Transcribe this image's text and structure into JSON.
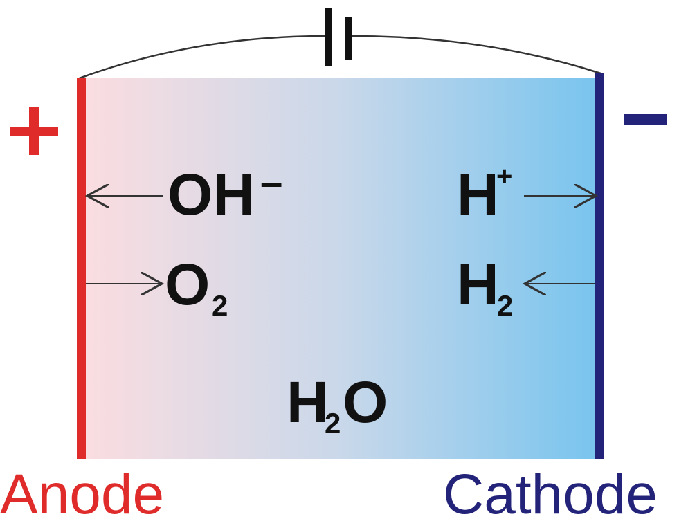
{
  "anode": {
    "label": "Anode",
    "polarity": "+",
    "color": "#e02b2b"
  },
  "cathode": {
    "label": "Cathode",
    "polarity": "-",
    "color": "#24237a"
  },
  "species": {
    "hydroxide": {
      "base": "OH",
      "charge": "–",
      "direction": "to-anode"
    },
    "oxygen": {
      "base": "O",
      "subscript": "2",
      "direction": "from-anode"
    },
    "proton": {
      "base": "H",
      "charge": "+",
      "direction": "to-cathode"
    },
    "hydrogen": {
      "base": "H",
      "subscript": "2",
      "direction": "from-cathode"
    },
    "water": {
      "base1": "H",
      "subscript": "2",
      "base2": "O"
    }
  },
  "colors": {
    "electrolyte_left": "#fbdde0",
    "electrolyte_mid": "#c9d8ea",
    "electrolyte_right": "#78c4ee",
    "wire": "#333333",
    "text": "#111111"
  },
  "battery": {
    "icon": "battery-icon"
  }
}
